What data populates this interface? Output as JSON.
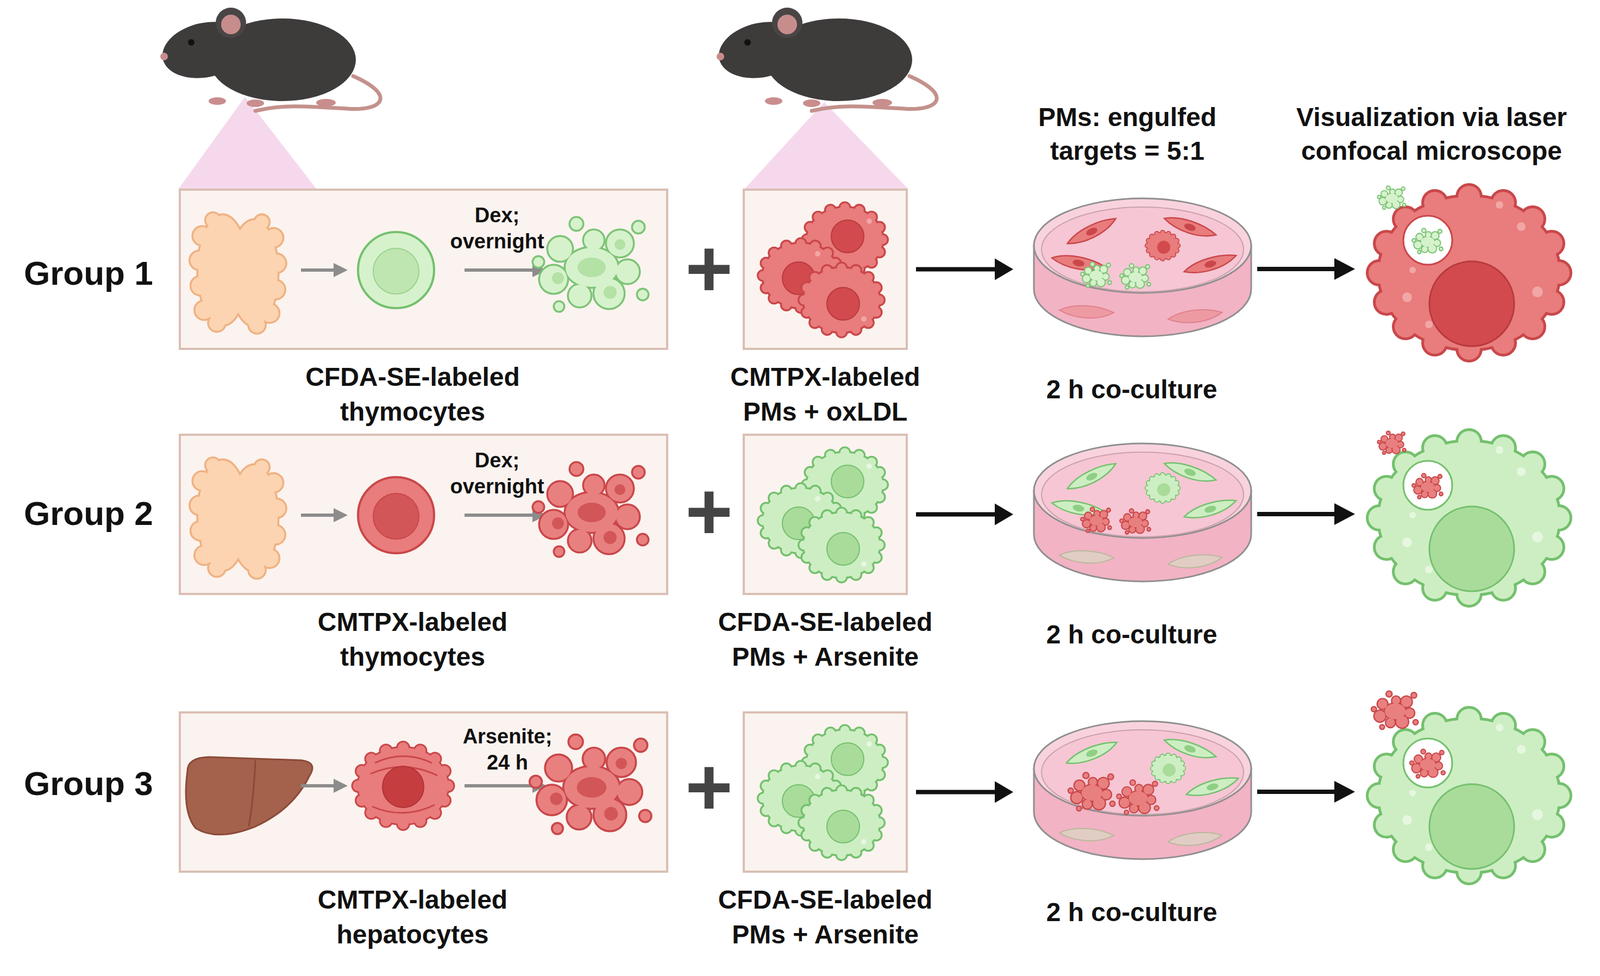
{
  "diagram": {
    "nodes": [
      {
        "text": [
          "CFDA-SE-labeled thymocytes"
        ]
      },
      {
        "text": [
          "CMTPX-labeled PMs + oxLDL"
        ]
      },
      {
        "text": [
          "2 h co-culture"
        ]
      },
      {
        "text": [
          "CMTPX-labeled thymocytes"
        ]
      },
      {
        "text": [
          "CFDA-SE-labeled PMs + Arsenite"
        ]
      },
      {
        "text": [
          "2 h co-culture"
        ]
      },
      {
        "text": [
          "CMTPX-labeled hepatocytes"
        ]
      },
      {
        "text": [
          "CFDA-SE-labeled PMs + Arsenite"
        ]
      },
      {
        "text": [
          "2 h co-culture"
        ]
      }
    ],
    "edges": [
      {
        "from": 1,
        "to": 2,
        "arrow": "to"
      },
      {
        "from": 4,
        "to": 5,
        "arrow": "to"
      },
      {
        "from": 7,
        "to": 8,
        "arrow": "to"
      }
    ],
    "labels": [
      "PMs: engulfed targets = 5:1",
      "Visualization via laser confocal microscope",
      "Group 1",
      "Dex; overnight",
      "+",
      "Group 2",
      "Dex; overnight",
      "+",
      "Group 3",
      "Arsenite; 24 h",
      "+"
    ]
  }
}
